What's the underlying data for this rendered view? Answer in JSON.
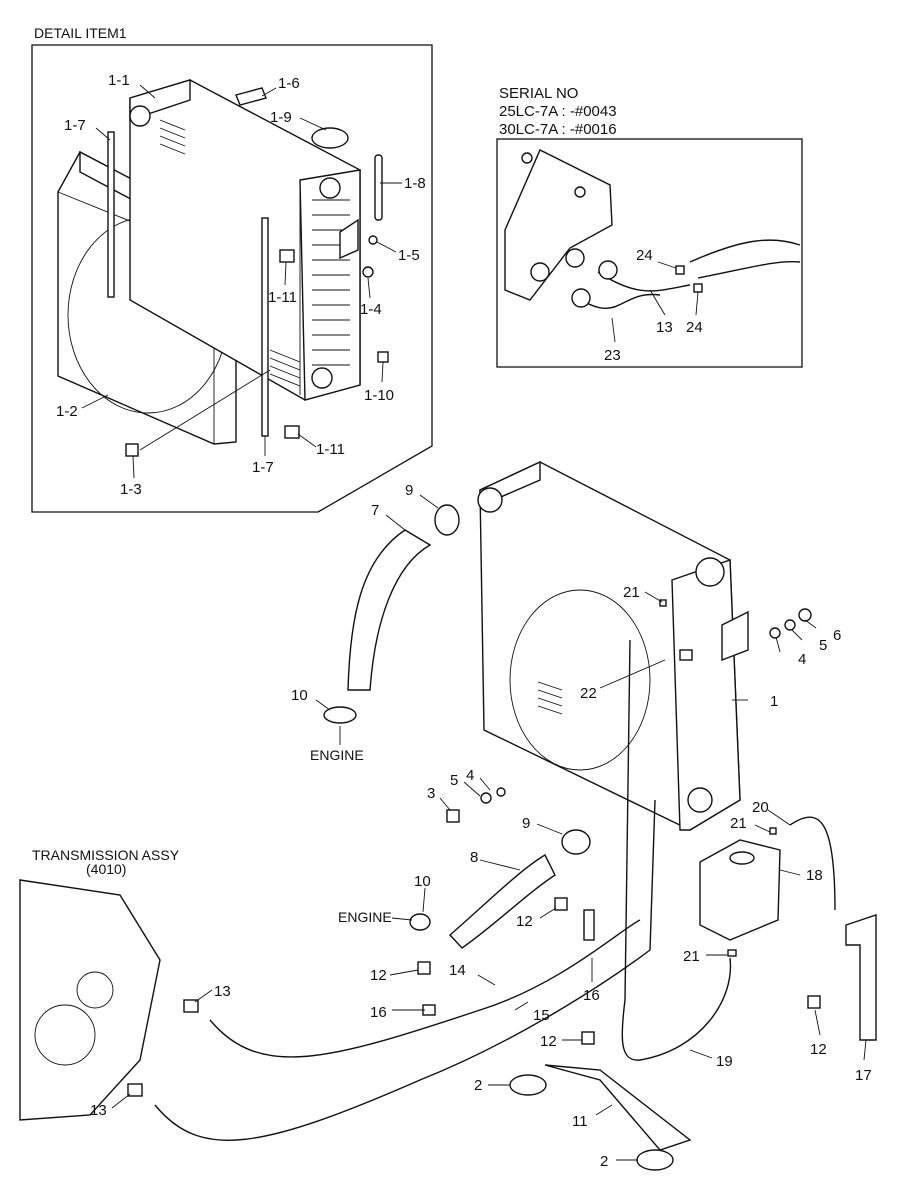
{
  "detail": {
    "title": "DETAIL ITEM1",
    "labels": [
      "1-1",
      "1-6",
      "1-7",
      "1-9",
      "1-8",
      "1-5",
      "1-11",
      "1-4",
      "1-2",
      "1-10",
      "1-3",
      "1-7",
      "1-11"
    ]
  },
  "serial": {
    "title": "SERIAL NO",
    "line1": "25LC-7A : -#0043",
    "line2": "30LC-7A : -#0016",
    "labels": [
      "24",
      "24",
      "13",
      "23"
    ]
  },
  "main": {
    "labels": [
      "9",
      "7",
      "21",
      "6",
      "5",
      "4",
      "1",
      "22",
      "10",
      "4",
      "5",
      "3",
      "9",
      "21",
      "20",
      "18",
      "8",
      "10",
      "12",
      "21",
      "2",
      "11",
      "2",
      "12",
      "16",
      "14",
      "15",
      "12",
      "19",
      "17",
      "12",
      "13",
      "13",
      "16"
    ],
    "engine_upper": "ENGINE",
    "engine_lower": "ENGINE",
    "transmission": "TRANSMISSION ASSY",
    "transmission_code": "(4010)"
  },
  "icons": [
    "radiator",
    "shroud",
    "fan-guard",
    "pressure-cap",
    "reserve-tank",
    "hose",
    "clamp",
    "bolt",
    "washer",
    "nut",
    "bracket",
    "rubber-mount",
    "oil-cooler-line",
    "transmission-housing"
  ]
}
